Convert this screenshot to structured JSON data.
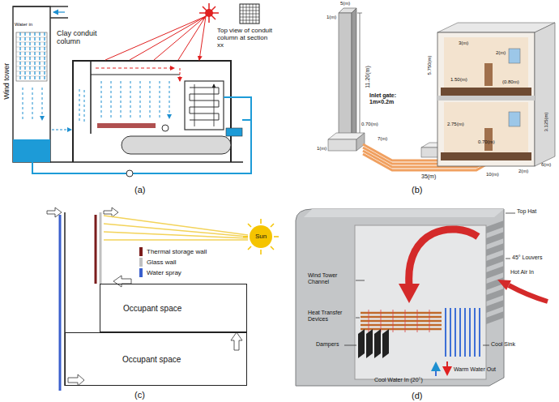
{
  "diagram": {
    "nodes": [
      {
        "text": [
          "Occupant space"
        ]
      },
      {
        "text": [
          "Occupant space"
        ]
      }
    ],
    "labels": [
      "Wind tower",
      "Water in",
      "Clay conduit column",
      "Top view of conduit column at section xx",
      "(a)",
      "5(m)",
      "1(m)",
      "11.20(m)",
      "0.70(m)",
      "1(m)",
      "7(m)",
      "Inlet gate: 1m×0.2m",
      "35(m)",
      "5.750(m)",
      "3(m)",
      "1.50(m)",
      "2(m)",
      "(0.80m)",
      "2.75(m)",
      "3.125(m)",
      "0.70(m)",
      "2(m)",
      "10(m)",
      "6(m)",
      "(b)",
      "Sun",
      "(c)",
      "Top Hat",
      "45° Louvers",
      "Hot Air In",
      "Wind Tower Channel",
      "Heat Transfer Devices",
      "Dampers",
      "Cool Sink",
      "Warm Water Out",
      "Cool Water In (20°)",
      "(d)"
    ],
    "legend": [
      {
        "text": "Thermal storage wall",
        "color": "#7b1c1c"
      },
      {
        "text": "Glass wall",
        "color": "#c0c0c0"
      },
      {
        "text": "Water spray",
        "color": "#3a5fcd"
      }
    ]
  }
}
